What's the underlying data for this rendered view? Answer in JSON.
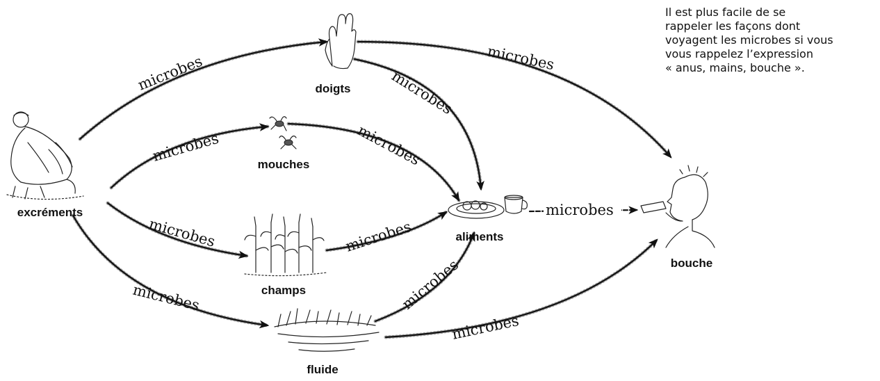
{
  "caption": {
    "lines": [
      "Il est plus facile de se",
      "rappeler les façons dont",
      "voyagent les microbes si vous",
      "vous rappelez l’expression",
      "« anus, mains, bouche »."
    ]
  },
  "nodes": {
    "excrements": "excréments",
    "doigts": "doigts",
    "mouches": "mouches",
    "champs": "champs",
    "fluide": "fluide",
    "aliments": "aliments",
    "bouche": "bouche"
  },
  "edges": [
    {
      "from": "excréments",
      "to": "doigts",
      "label": "microbes"
    },
    {
      "from": "excréments",
      "to": "mouches",
      "label": "microbes"
    },
    {
      "from": "excréments",
      "to": "champs",
      "label": "microbes"
    },
    {
      "from": "excréments",
      "to": "fluide",
      "label": "microbes"
    },
    {
      "from": "doigts",
      "to": "bouche",
      "label": "microbes"
    },
    {
      "from": "doigts",
      "to": "aliments",
      "label": "microbes"
    },
    {
      "from": "mouches",
      "to": "aliments",
      "label": "microbes"
    },
    {
      "from": "champs",
      "to": "aliments",
      "label": "microbes"
    },
    {
      "from": "fluide",
      "to": "aliments",
      "label": "microbes"
    },
    {
      "from": "fluide",
      "to": "bouche",
      "label": "microbes"
    },
    {
      "from": "aliments",
      "to": "bouche",
      "label": "microbes"
    }
  ]
}
